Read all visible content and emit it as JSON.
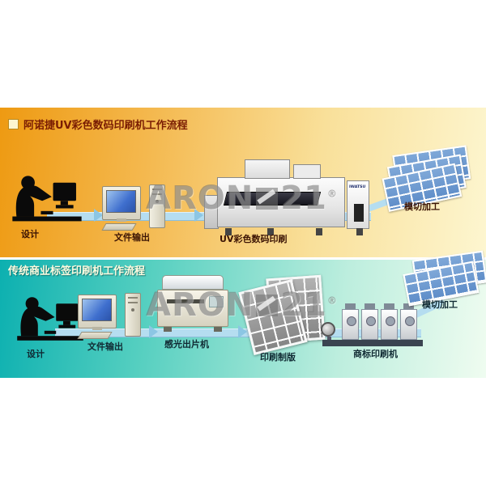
{
  "top": {
    "title": "阿诺捷UV彩色数码印刷机工作流程",
    "machine_brand": "IWATSU",
    "steps": [
      {
        "label": "设计"
      },
      {
        "label": "文件输出"
      },
      {
        "label": "UV彩色数码印刷"
      },
      {
        "label": "模切加工"
      }
    ]
  },
  "bottom": {
    "title": "传统商业标签印刷机工作流程",
    "steps": [
      {
        "label": "设计"
      },
      {
        "label": "文件输出"
      },
      {
        "label": "感光出片机"
      },
      {
        "label": "印刷制版"
      },
      {
        "label": "商标印刷机"
      },
      {
        "label": "模切加工"
      }
    ]
  },
  "watermark": {
    "prefix": "ARON",
    "suffix": "21",
    "registered": "®"
  },
  "colors": {
    "top_gradient_start": "#ee9a12",
    "top_gradient_end": "#fdf6d0",
    "bottom_gradient_start": "#0cb0b0",
    "bottom_gradient_end": "#effcf0",
    "flow_band": "#b5ddf0",
    "top_title": "#7a1d03",
    "bottom_title": "#fffce0"
  }
}
